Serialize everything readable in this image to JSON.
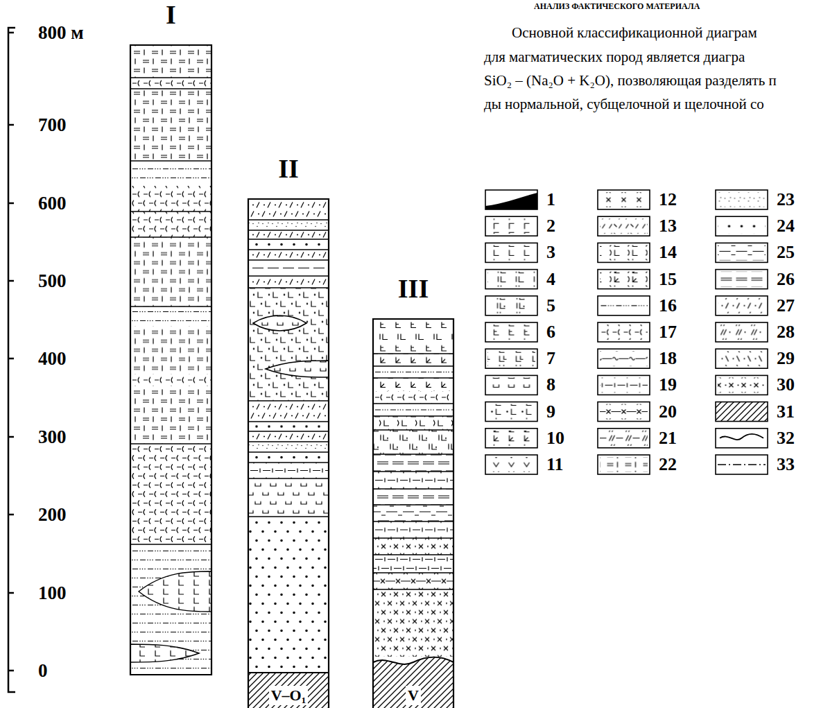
{
  "diagram": {
    "nodes": [
      {
        "text": [
          "I"
        ]
      },
      {
        "text": [
          "II"
        ]
      },
      {
        "text": [
          "III"
        ]
      }
    ],
    "labels": [
      "АНАЛИЗ ФАКТИЧЕСКОГО МАТЕРИАЛА",
      "Основной классификационной диаграм",
      "для магматических пород является диагра",
      "SiO₂ – (Na₂O + K₂O), позволяющая разделять п",
      "ды нормальной, субщелочной и щелочной со",
      "800 м",
      "700",
      "600",
      "500",
      "400",
      "300",
      "200",
      "100",
      "0",
      "V–O₁",
      "V"
    ],
    "legend": [
      {
        "text": "1"
      },
      {
        "text": "2"
      },
      {
        "text": "3"
      },
      {
        "text": "4"
      },
      {
        "text": "5"
      },
      {
        "text": "6"
      },
      {
        "text": "7"
      },
      {
        "text": "8"
      },
      {
        "text": "9"
      },
      {
        "text": "10"
      },
      {
        "text": "11"
      },
      {
        "text": "12"
      },
      {
        "text": "13"
      },
      {
        "text": "14"
      },
      {
        "text": "15"
      },
      {
        "text": "16"
      },
      {
        "text": "17"
      },
      {
        "text": "18"
      },
      {
        "text": "19"
      },
      {
        "text": "20"
      },
      {
        "text": "21"
      },
      {
        "text": "22"
      },
      {
        "text": "23"
      },
      {
        "text": "24"
      },
      {
        "text": "25"
      },
      {
        "text": "26"
      },
      {
        "text": "27"
      },
      {
        "text": "28"
      },
      {
        "text": "29"
      },
      {
        "text": "30"
      },
      {
        "text": "31"
      },
      {
        "text": "32"
      },
      {
        "text": "33"
      }
    ]
  }
}
